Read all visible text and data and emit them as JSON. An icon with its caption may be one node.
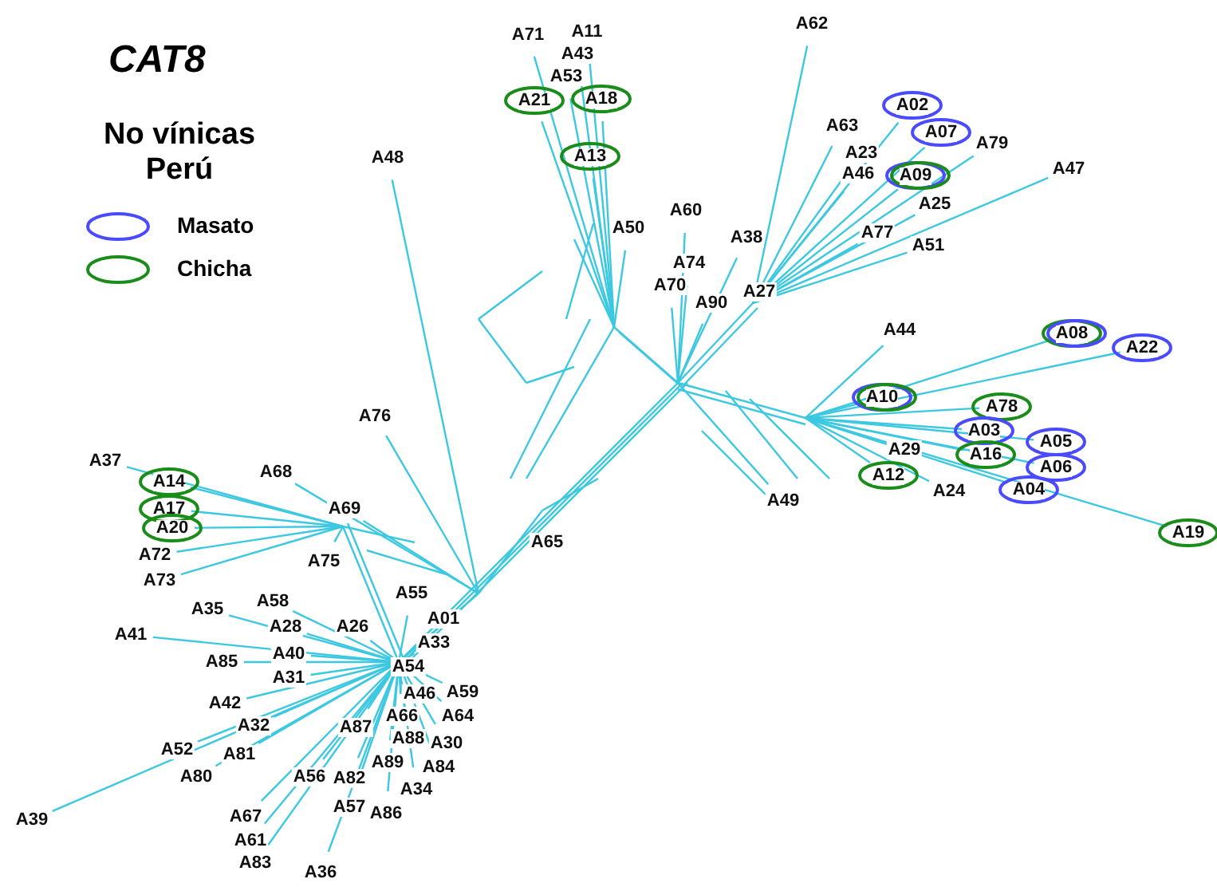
{
  "diagram": {
    "title": "CAT8",
    "nodes": [
      {
        "text": [
          "A21"
        ]
      },
      {
        "text": [
          "A18"
        ]
      },
      {
        "text": [
          "A13"
        ]
      },
      {
        "text": [
          "A02"
        ]
      },
      {
        "text": [
          "A07"
        ]
      },
      {
        "text": [
          "A09"
        ]
      },
      {
        "text": [
          "A08"
        ]
      },
      {
        "text": [
          "A22"
        ]
      },
      {
        "text": [
          "A10"
        ]
      },
      {
        "text": [
          "A78"
        ]
      },
      {
        "text": [
          "A03"
        ]
      },
      {
        "text": [
          "A16"
        ]
      },
      {
        "text": [
          "A05"
        ]
      },
      {
        "text": [
          "A06"
        ]
      },
      {
        "text": [
          "A04"
        ]
      },
      {
        "text": [
          "A12"
        ]
      },
      {
        "text": [
          "A19"
        ]
      },
      {
        "text": [
          "A14"
        ]
      },
      {
        "text": [
          "A17"
        ]
      },
      {
        "text": [
          "A20"
        ]
      }
    ],
    "labels": [
      "No vínicas Perú",
      "A71",
      "A11",
      "A43",
      "A53",
      "A62",
      "A63",
      "A23",
      "A79",
      "A46",
      "A47",
      "A25",
      "A48",
      "A50",
      "A60",
      "A77",
      "A51",
      "A38",
      "A74",
      "A70",
      "A90",
      "A27",
      "A44",
      "A76",
      "A68",
      "A29",
      "A49",
      "A24",
      "A69",
      "A37",
      "A72",
      "A73",
      "A75",
      "A65",
      "A55",
      "A58",
      "A35",
      "A01",
      "A28",
      "A26",
      "A41",
      "A33",
      "A40",
      "A85",
      "A31",
      "A54",
      "A46",
      "A59",
      "A66",
      "A64",
      "A42",
      "A32",
      "A87",
      "A88",
      "A30",
      "A52",
      "A81",
      "A89",
      "A84",
      "A80",
      "A56",
      "A82",
      "A34",
      "A57",
      "A86",
      "A39",
      "A67",
      "A61",
      "A83",
      "A36"
    ],
    "legend": [
      {
        "text": "Masato",
        "color": "#4a4aff"
      },
      {
        "text": "Chicha",
        "color": "#1a8c1a"
      }
    ]
  }
}
